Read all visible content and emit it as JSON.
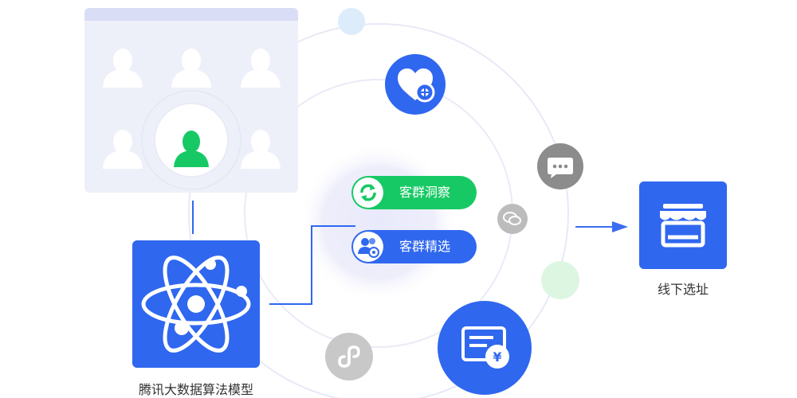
{
  "nodes": {
    "insight_label": "客群洞察",
    "select_label": "客群精选",
    "model_label": "腾讯大数据算法模型",
    "store_label": "线下选址"
  },
  "colors": {
    "primary_blue": "#2f67ef",
    "green": "#17c964",
    "panel_bg": "#eef0f9",
    "panel_header": "#d9ddf6",
    "gray_icon": "#bcbcbc",
    "dark_gray_icon": "#8c8c8c"
  },
  "icons": [
    "person-icon",
    "atom-icon",
    "heart-plus-icon",
    "chat-icon",
    "wechat-icon",
    "mini-program-icon",
    "bill-yen-icon",
    "store-icon",
    "refresh-icon",
    "user-group-icon"
  ]
}
